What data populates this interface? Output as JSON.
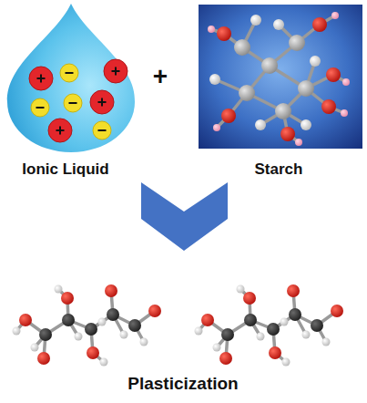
{
  "diagram": {
    "labels": [
      "Ionic Liquid",
      "+",
      "Starch",
      "Plasticization"
    ]
  }
}
